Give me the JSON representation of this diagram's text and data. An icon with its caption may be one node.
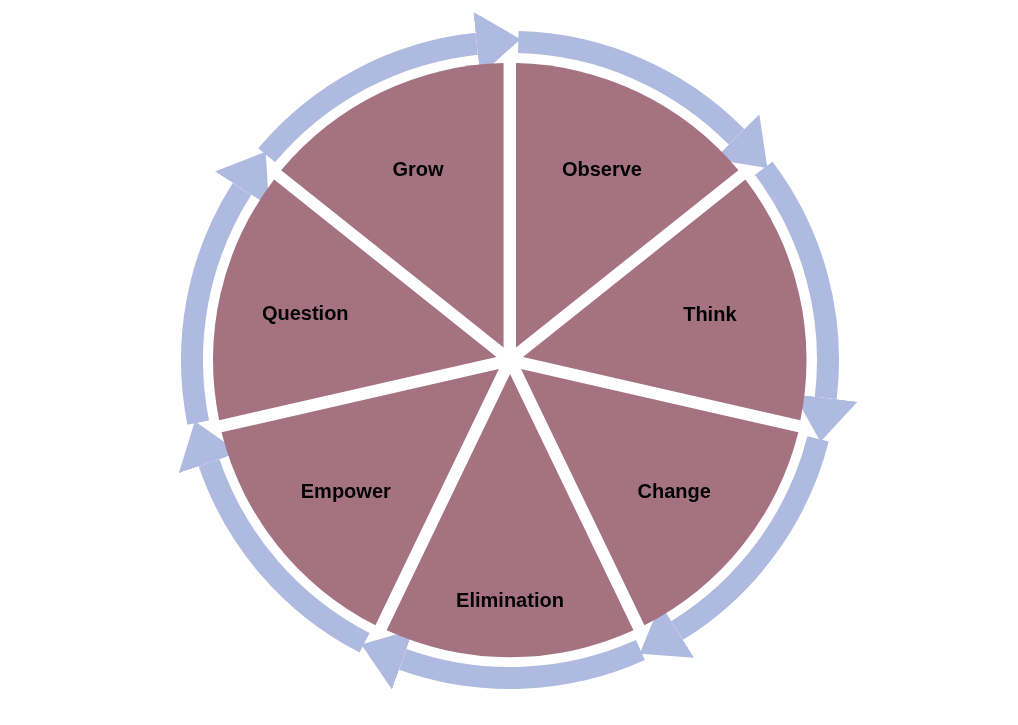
{
  "diagram": {
    "nodes": [
      {
        "text": [
          "Observe"
        ]
      },
      {
        "text": [
          "Think"
        ]
      },
      {
        "text": [
          "Change"
        ]
      },
      {
        "text": [
          "Elimination"
        ]
      },
      {
        "text": [
          "Empower"
        ]
      },
      {
        "text": [
          "Question"
        ]
      },
      {
        "text": [
          "Grow"
        ]
      }
    ]
  }
}
